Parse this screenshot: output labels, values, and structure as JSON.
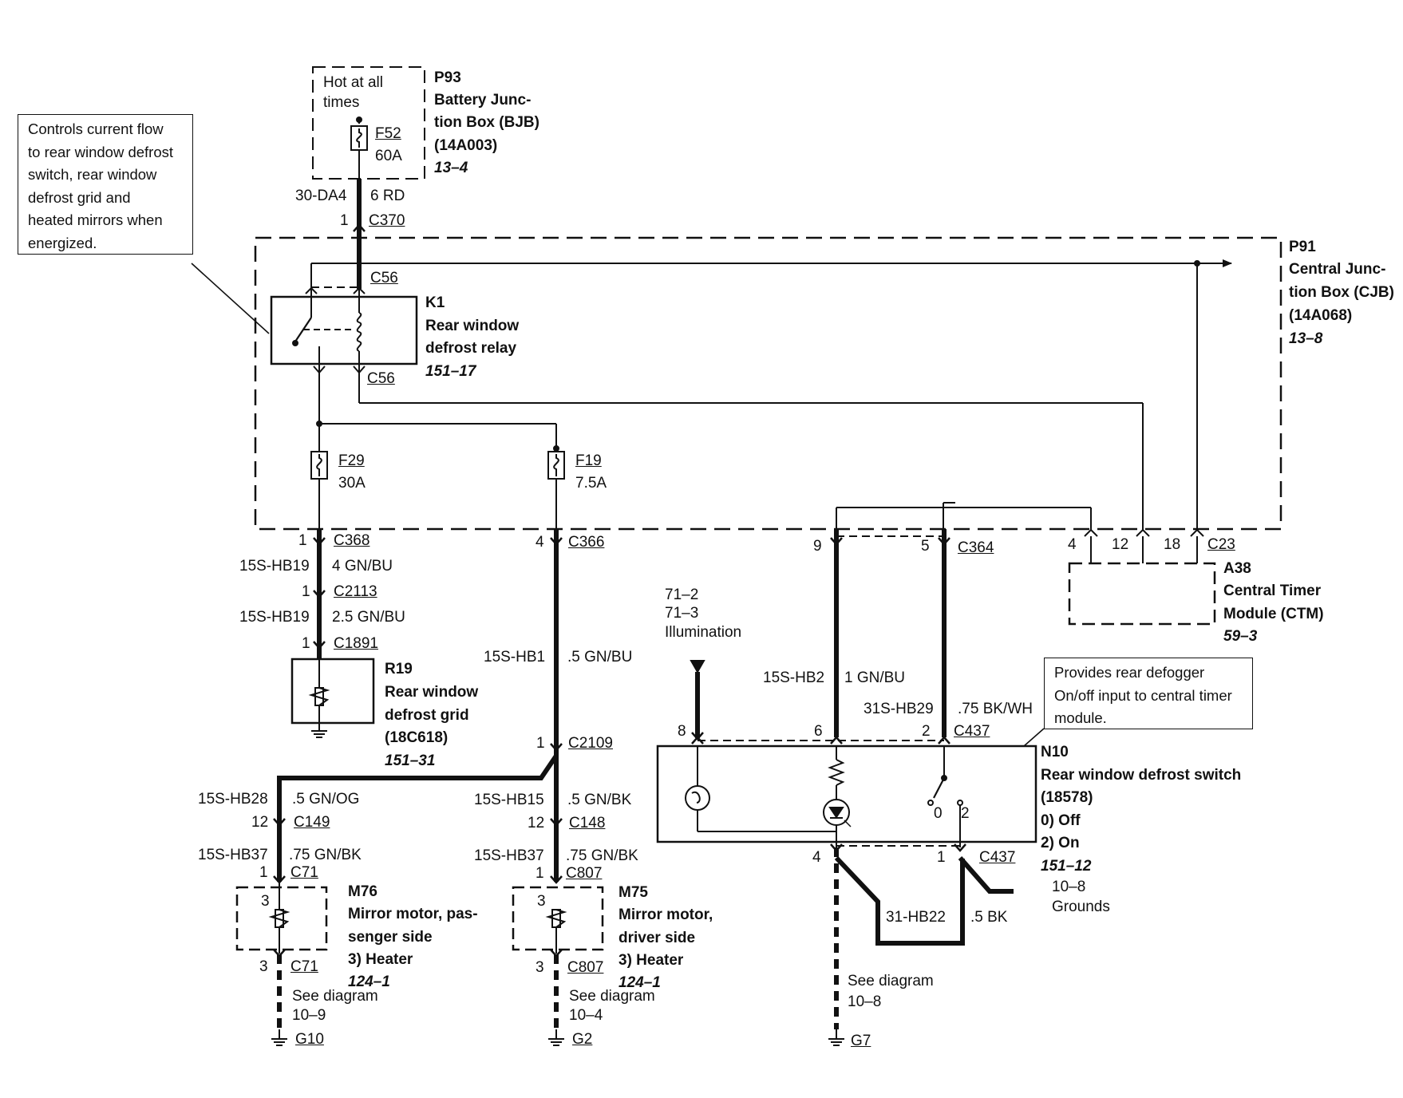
{
  "callouts": {
    "k1_note": [
      "Controls current flow",
      "to rear window defrost",
      "switch, rear window",
      "defrost grid and",
      "heated mirrors when",
      "energized."
    ],
    "n10_note": [
      "Provides rear defogger",
      "On/off input to central timer",
      "module."
    ]
  },
  "p93": {
    "hot": [
      "Hot at all",
      "times"
    ],
    "fuse_id": "F52",
    "fuse_rating": "60A",
    "code": "P93",
    "name": [
      "Battery Junc-",
      "tion Box (BJB)"
    ],
    "part": "(14A003)",
    "ref": "13–4"
  },
  "feed": {
    "circuit": "30-DA4",
    "wire": "6 RD",
    "pin": "1",
    "connector": "C370"
  },
  "p91": {
    "code": "P91",
    "name": [
      "Central Junc-",
      "tion Box (CJB)"
    ],
    "part": "(14A068)",
    "ref": "13–8"
  },
  "k1": {
    "connector_top": "C56",
    "connector_bottom": "C56",
    "code": "K1",
    "name": [
      "Rear window",
      "defrost relay"
    ],
    "ref": "151–17"
  },
  "fuses": {
    "f29": {
      "id": "F29",
      "rating": "30A"
    },
    "f19": {
      "id": "F19",
      "rating": "7.5A"
    }
  },
  "grid_branch": {
    "pin1": "1",
    "c1": "C368",
    "circuit1": "15S-HB19",
    "wire1": "4 GN/BU",
    "pin2": "1",
    "c2": "C2113",
    "circuit2": "15S-HB19",
    "wire2": "2.5 GN/BU",
    "pin3": "1",
    "c3": "C1891"
  },
  "r19": {
    "code": "R19",
    "name": [
      "Rear window",
      "defrost grid"
    ],
    "part": "(18C618)",
    "ref": "151–31"
  },
  "mirror_feed": {
    "pin": "4",
    "connector": "C366",
    "circuit": "15S-HB1",
    "wire": ".5 GN/BU",
    "pin2": "1",
    "connector2": "C2109"
  },
  "passenger_branch": {
    "circuit": "15S-HB28",
    "wire": ".5 GN/OG",
    "pin": "12",
    "connector": "C149",
    "circuit2": "15S-HB37",
    "wire2": ".75 GN/BK",
    "pin2": "1",
    "connector2": "C71",
    "pin3": "3",
    "pin4": "3",
    "connector3": "C71",
    "see": [
      "See diagram",
      "10–9"
    ],
    "ground": "G10"
  },
  "m76": {
    "code": "M76",
    "name": [
      "Mirror motor, pas-",
      "senger side"
    ],
    "function": "3)   Heater",
    "ref": "124–1"
  },
  "driver_branch": {
    "circuit": "15S-HB15",
    "wire": ".5 GN/BK",
    "pin": "12",
    "connector": "C148",
    "circuit2": "15S-HB37",
    "wire2": ".75 GN/BK",
    "pin2": "1",
    "connector2": "C807",
    "pin3": "3",
    "pin4": "3",
    "connector3": "C807",
    "see": [
      "See diagram",
      "10–4"
    ],
    "ground": "G2"
  },
  "m75": {
    "code": "M75",
    "name": [
      "Mirror motor,",
      "driver side"
    ],
    "function": "3)   Heater",
    "ref": "124–1"
  },
  "c364": {
    "pin9": "9",
    "pin5": "5",
    "connector": "C364"
  },
  "a38": {
    "pins": [
      "4",
      "12",
      "18"
    ],
    "connector": "C23",
    "code": "A38",
    "name": [
      "Central Timer",
      "Module (CTM)"
    ],
    "ref": "59–3"
  },
  "illumination": [
    "71–2",
    "71–3",
    "Illumination"
  ],
  "switch_feed": {
    "circuit1": "15S-HB2",
    "wire1": "1 GN/BU",
    "circuit2": "31S-HB29",
    "wire2": ".75 BK/WH"
  },
  "n10": {
    "pins_top": [
      "8",
      "6",
      "2"
    ],
    "connector_top": "C437",
    "switch_pos": [
      "0",
      "2"
    ],
    "code": "N10",
    "name": "Rear window defrost switch",
    "part": "(18578)",
    "states": [
      "0)    Off",
      "2)    On"
    ],
    "ref": "151–12",
    "pin_bottom_left": "4",
    "pin_bottom_right": "1",
    "connector_bottom": "C437"
  },
  "ground_branch": {
    "grounds": [
      "10–8",
      "Grounds"
    ],
    "circuit": "31-HB22",
    "wire": ".5 BK",
    "see": [
      "See diagram",
      "10–8"
    ],
    "ground": "G7"
  }
}
